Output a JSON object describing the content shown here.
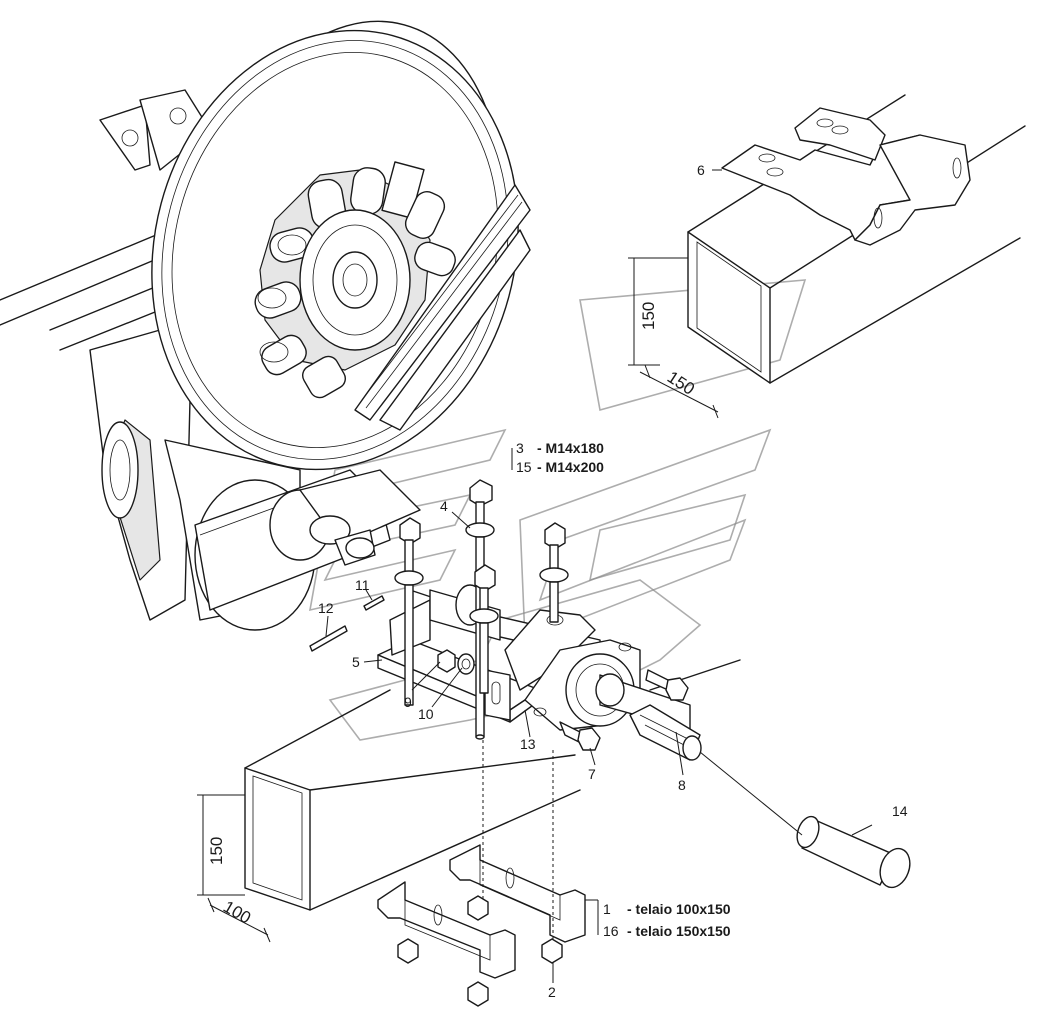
{
  "callouts": {
    "c1": "1",
    "c2": "2",
    "c3": "3",
    "c4": "4",
    "c5": "5",
    "c6": "6",
    "c7": "7",
    "c8": "8",
    "c9": "9",
    "c10": "10",
    "c11": "11",
    "c12": "12",
    "c13": "13",
    "c14": "14",
    "c15": "15",
    "c16": "16"
  },
  "specs": {
    "bolt_3": "- M14x180",
    "bolt_15": "- M14x200",
    "frame_1": "- telaio 100x150",
    "frame_16": "- telaio 150x150"
  },
  "dimensions": {
    "upper_height": "150",
    "upper_width": "150",
    "lower_height": "150",
    "lower_width": "100"
  }
}
